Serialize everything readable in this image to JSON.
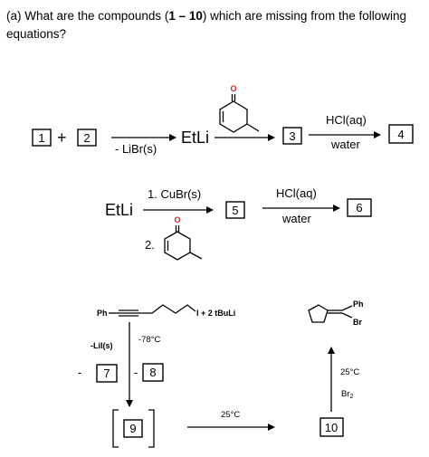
{
  "question": {
    "part": "(a)",
    "text_before": "What are the compounds (",
    "range": "1 – 10",
    "text_after": ") which are missing from the following equations?"
  },
  "reaction1": {
    "box1": "1",
    "plus": "+",
    "box2": "2",
    "arrow1_below": "- LiBr(s)",
    "product": "EtLi",
    "box3": "3",
    "arrow3_above": "HCl(aq)",
    "arrow3_below": "water",
    "box4": "4"
  },
  "reaction2": {
    "reagent": "EtLi",
    "step1": "1. CuBr(s)",
    "step2": "2.",
    "box5": "5",
    "arrow_above": "HCl(aq)",
    "arrow_below": "water",
    "box6": "6"
  },
  "reaction3": {
    "ph_left": "Ph",
    "reagent_right": "I + 2 tBuLi",
    "temp1": "-78°C",
    "lii": "-LiI(s)",
    "dash7": "-",
    "box7": "7",
    "dash8": "-",
    "box8": "8",
    "box9": "9",
    "temp2": "25°C",
    "box10": "10",
    "temp3": "25°C",
    "br2": "Br",
    "br2_sub": "2",
    "product_ph": "Ph",
    "product_br": "Br"
  }
}
